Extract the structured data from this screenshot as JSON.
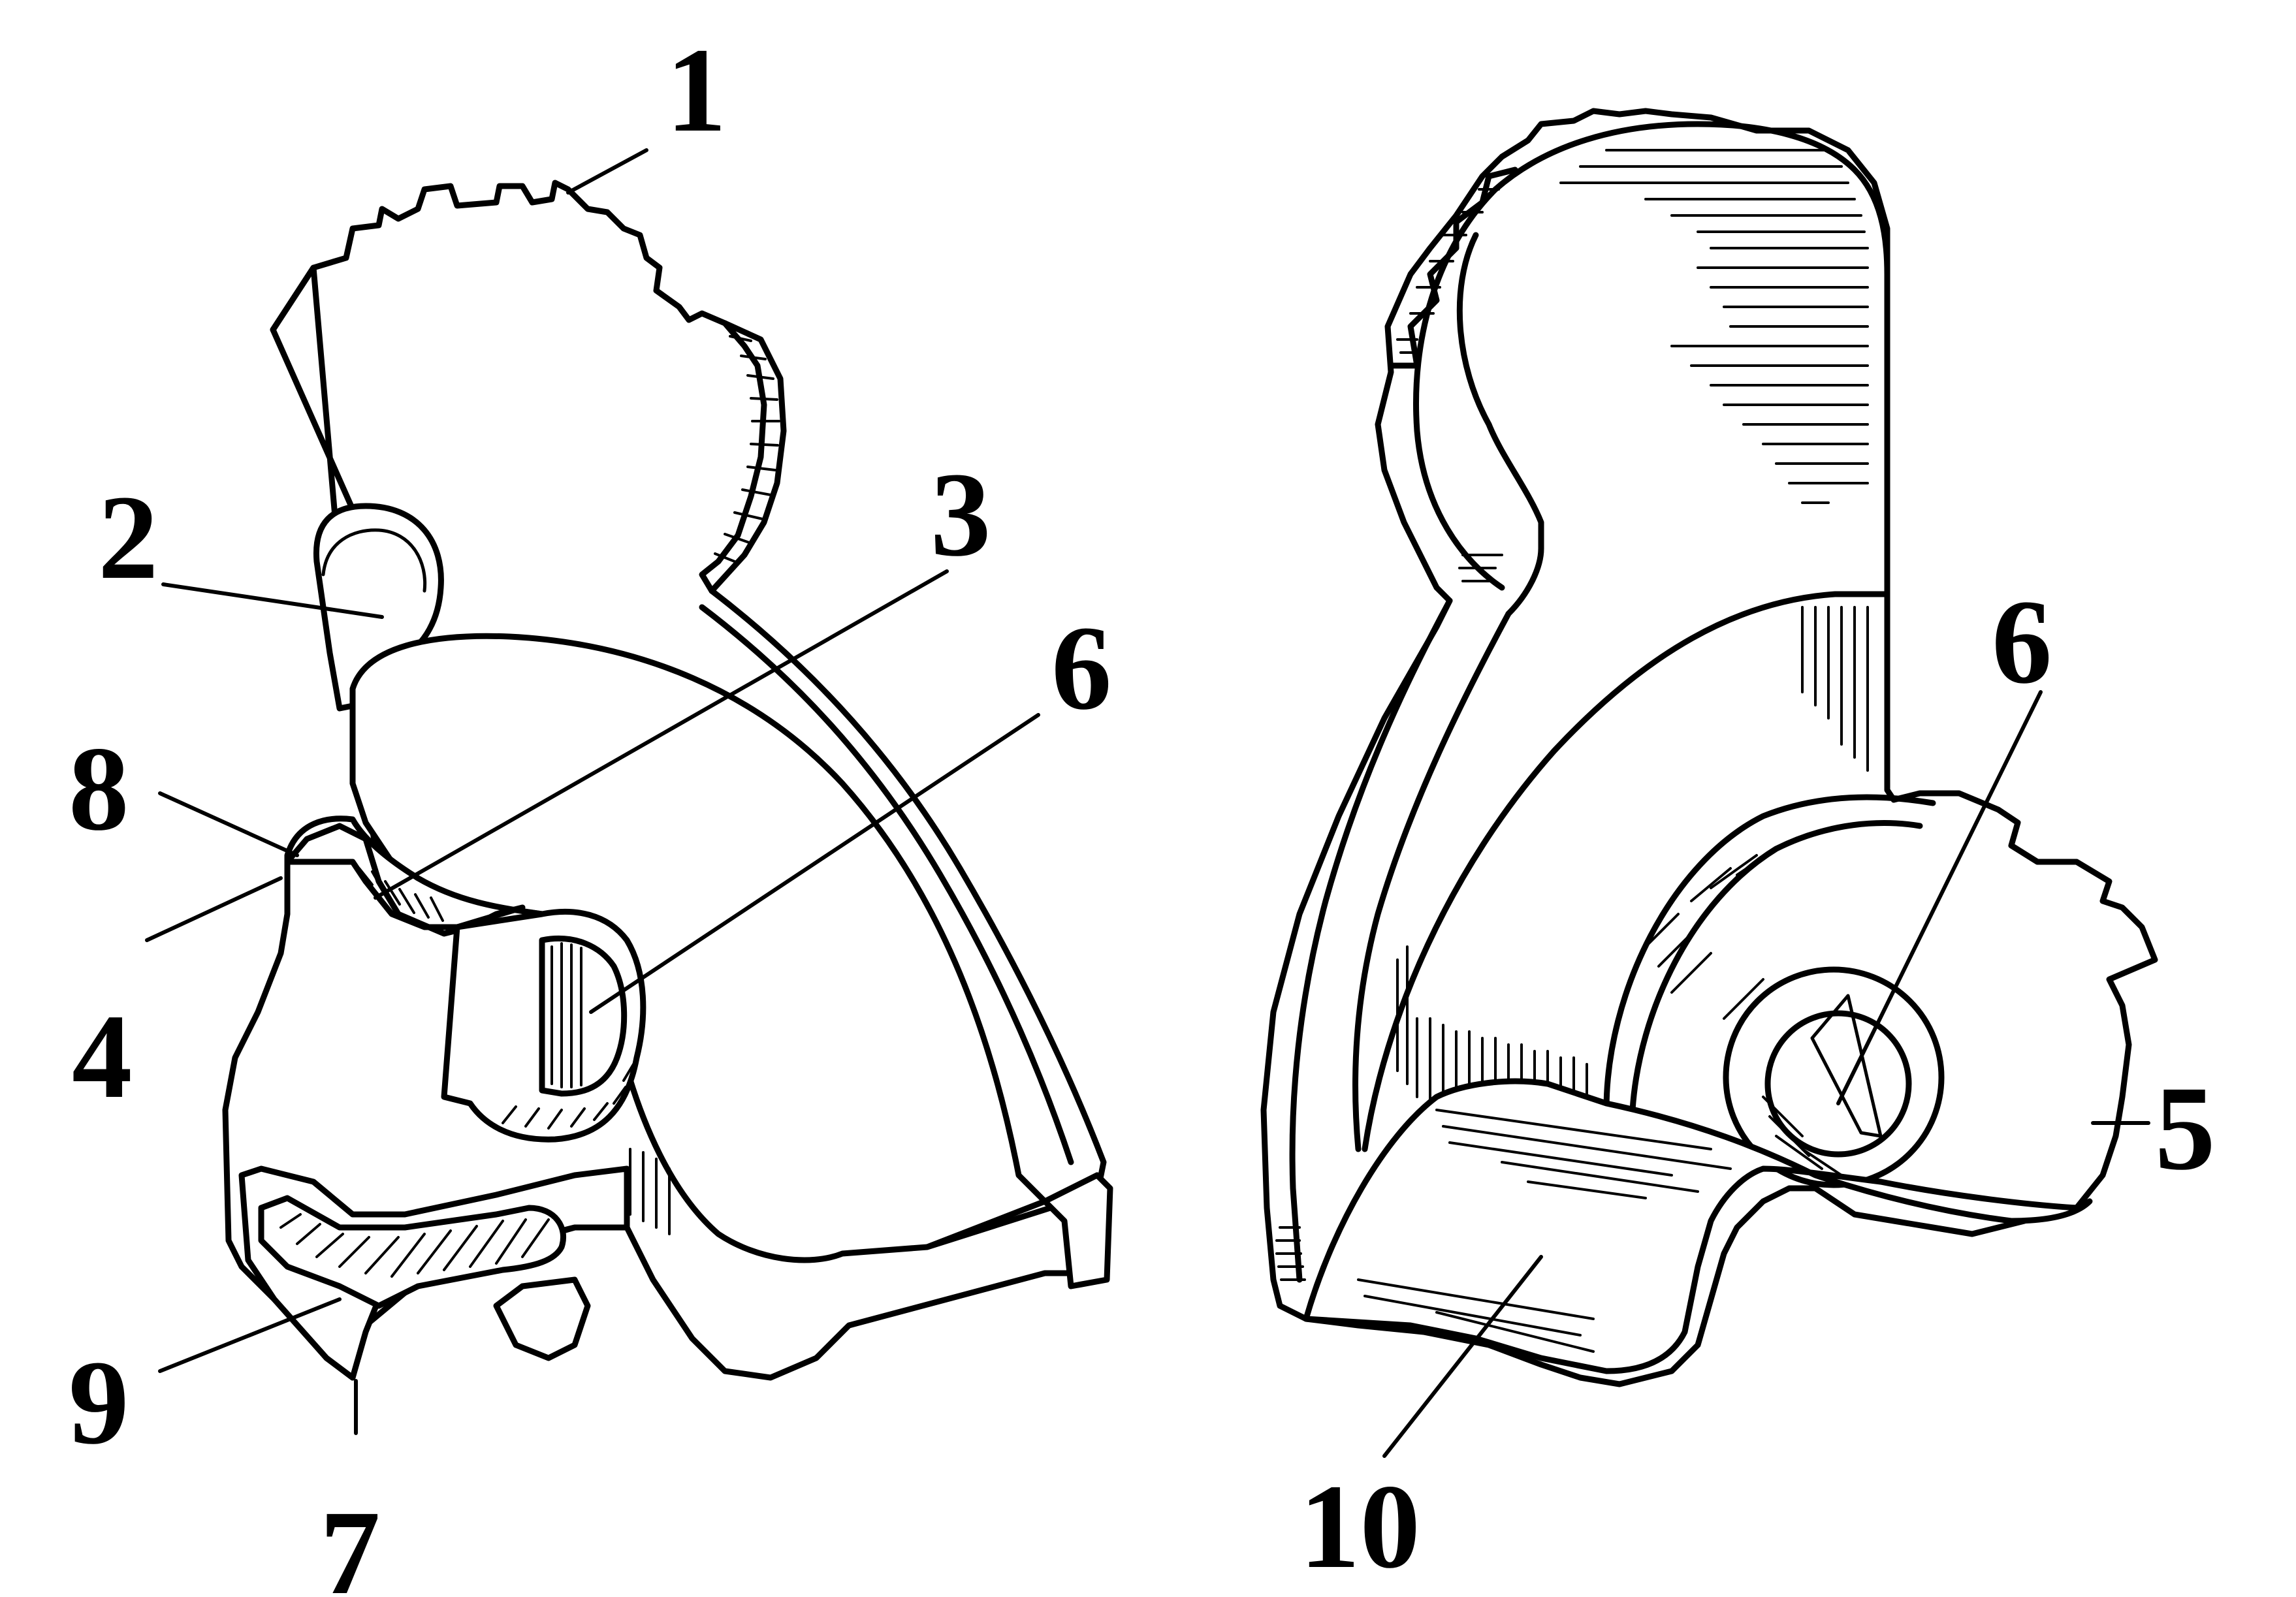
{
  "figure": {
    "labels": {
      "left": {
        "l1": "1",
        "l2": "2",
        "l3": "3",
        "l6": "6",
        "l8": "8",
        "l4": "4",
        "l9": "9",
        "l7": "7"
      },
      "right": {
        "l6": "6",
        "l5": "5",
        "l10": "10"
      }
    }
  }
}
